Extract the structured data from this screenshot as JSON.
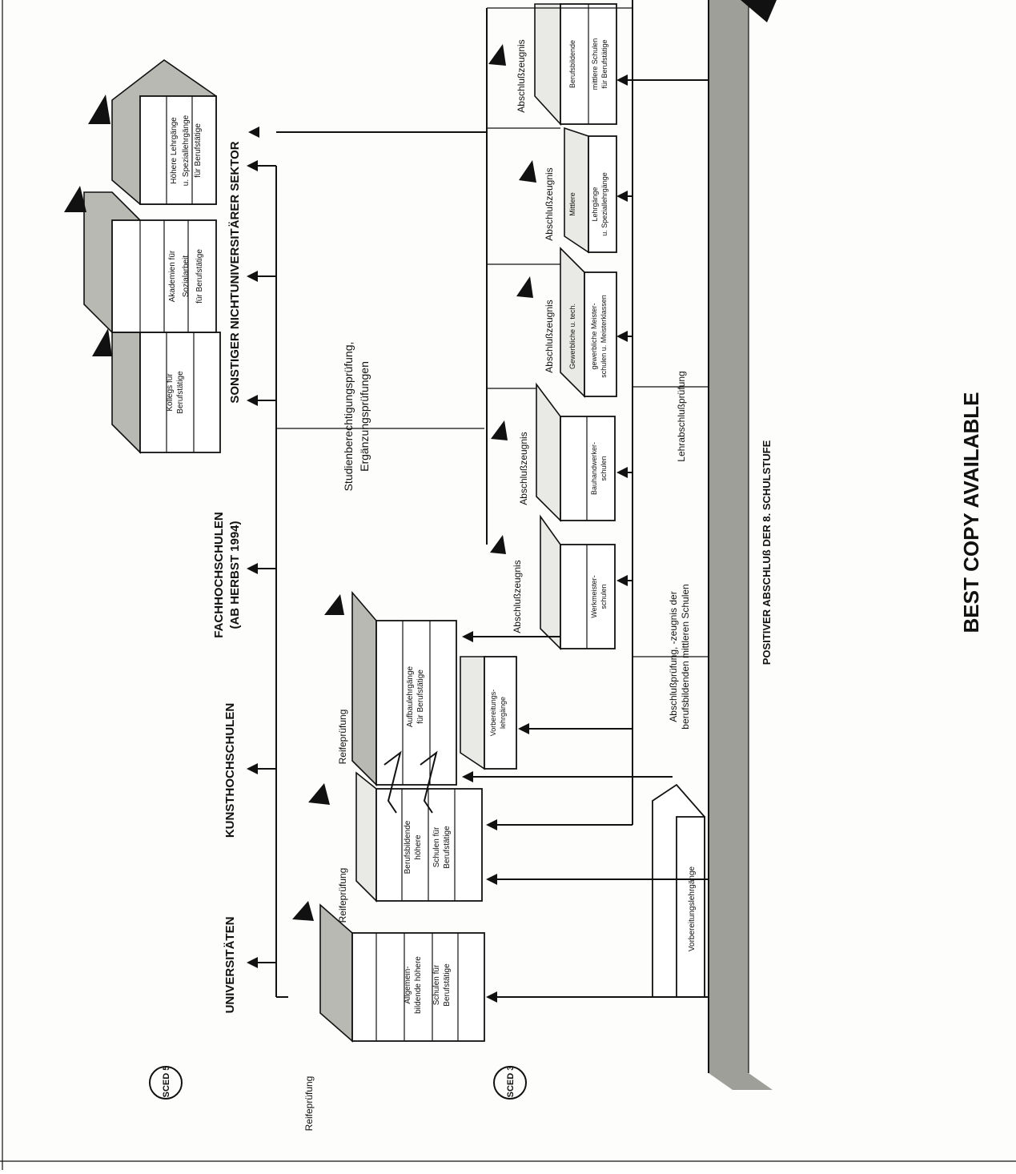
{
  "footer": {
    "notice": "BEST COPY AVAILABLE"
  },
  "isced": {
    "level5": "ISCED 5",
    "level3": "ISCED 3"
  },
  "tertiary": {
    "universitaeten": "UNIVERSITÄTEN",
    "kunsthochschulen": "KUNSTHOCHSCHULEN",
    "fachhochschulen_1": "FACHHOCHSCHULEN",
    "fachhochschulen_2": "(AB HERBST 1994)",
    "nichtuni": "SONSTIGER NICHTUNIVERSITÄRER SEKTOR"
  },
  "exams": {
    "reife_1": "Reifeprüfung",
    "reife_2": "Reifeprüfung",
    "reife_3": "Reifeprüfung",
    "studienb_1": "Studienberechtigungsprüfung,",
    "studienb_2": "Ergänzungsprüfungen",
    "abschluss_1": "Abschlußprüfung, -zeugnis der",
    "abschluss_2": "berufsbildenden mittleren Schulen",
    "lehr": "Lehrabschlußprüfung",
    "positiv": "POSITIVER ABSCHLUß DER 8. SCHULSTUFE",
    "az1": "Abschlußzeugnis",
    "az2": "Abschlußzeugnis",
    "az3": "Abschlußzeugnis",
    "az4": "Abschlußzeugnis",
    "az5": "Abschlußzeugnis"
  },
  "schools": {
    "ahs_1": "Allgemein-",
    "ahs_2": "bildende höhere",
    "ahs_3": "Schulen für",
    "ahs_4": "Berufstätige",
    "bhs_1": "Berufsbildende",
    "bhs_2": "höhere",
    "bhs_3": "Schulen für",
    "bhs_4": "Berufstätige",
    "aufbau_1": "Aufbaulehrgänge",
    "aufbau_2": "für Berufstätige",
    "vorb_1": "Vorbereitungs-",
    "vorb_2": "lehrgänge",
    "vorbl": "Vorbereitungslehrgänge",
    "werk_1": "Werkmeister-",
    "werk_2": "schulen",
    "bauh_1": "Bauhandwerker-",
    "bauh_2": "schulen",
    "meister_1": "Gewerbliche u. tech.",
    "meister_2": "gewerbliche Meister-",
    "meister_3": "schulen u. Meisterklassen",
    "lehrg_1": "Mittlere",
    "lehrg_2": "Lehrgänge",
    "lehrg_3": "u. Speziallehrgänge",
    "bms_1": "Berufsbildende",
    "bms_2": "mittlere Schulen",
    "bms_3": "für Berufstätige",
    "kolleg_1": "Kollegs für",
    "kolleg_2": "Berufstätige",
    "akad_1": "Akademien für",
    "akad_2": "Sozialarbeit",
    "akad_3": "für Berufstätige",
    "hoeh_1": "Höhere Lehrgänge",
    "hoeh_2": "u. Speziallehrgänge",
    "hoeh_3": "für Berufstätige"
  }
}
